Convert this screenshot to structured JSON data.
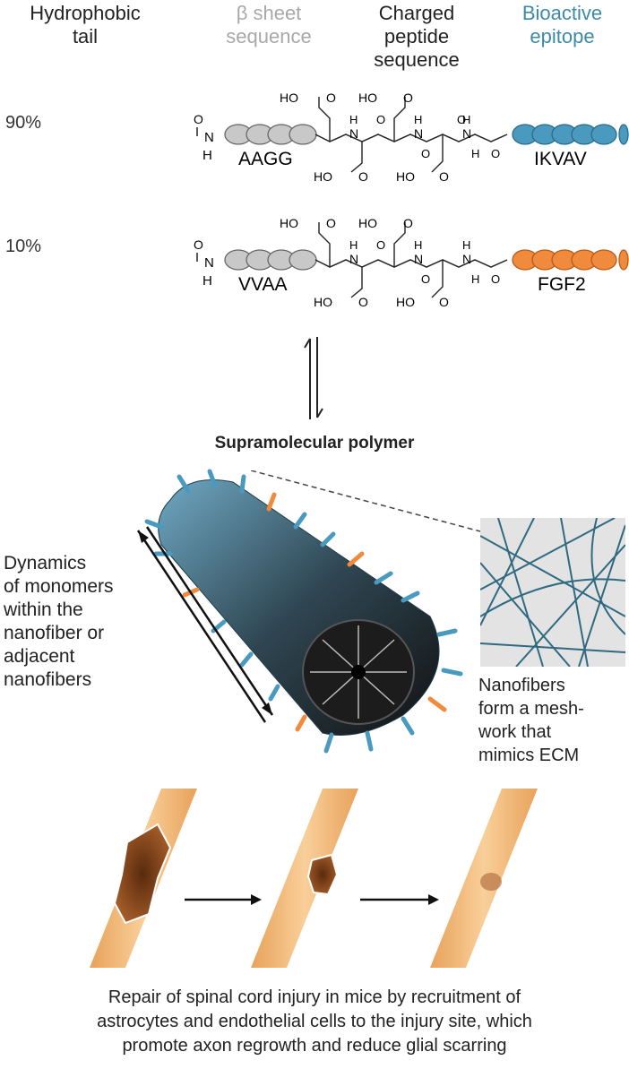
{
  "header": {
    "tail": "Hydrophobic\ntail",
    "beta": "β sheet\nsequence",
    "charged": "Charged\npeptide\nsequence",
    "bioactive": "Bioactive\nepitope"
  },
  "colors": {
    "beta_gray": "#b7b7b7",
    "bioactive_blue": "#3d8aa8",
    "ikvav_fill": "#4a9ac0",
    "fgf2_fill": "#f08a3c",
    "tail_gray": "#c8c8c8",
    "spinal_cord": "#f3b97a",
    "lesion": "#8a4a1e"
  },
  "molecules": [
    {
      "percent": "90%",
      "tail_seq": "AAGG",
      "epitope": "IKVAV"
    },
    {
      "percent": "10%",
      "tail_seq": "VVAA",
      "epitope": "FGF2"
    }
  ],
  "chem": {
    "acid": "HO",
    "o": "O",
    "n": "N",
    "h": "H"
  },
  "polymer_label": "Supramolecular polymer",
  "dynamics_label": "Dynamics\nof monomers\nwithin the\nnanofiber or\nadjacent\nnanofibers",
  "mesh_label": "Nanofibers\nform a mesh-\nwork that\nmimics ECM",
  "bottom_caption": "Repair of spinal cord injury in mice by recruitment of\nastrocytes and endothelial cells to the injury site, which\npromote axon regrowth and reduce glial scarring"
}
